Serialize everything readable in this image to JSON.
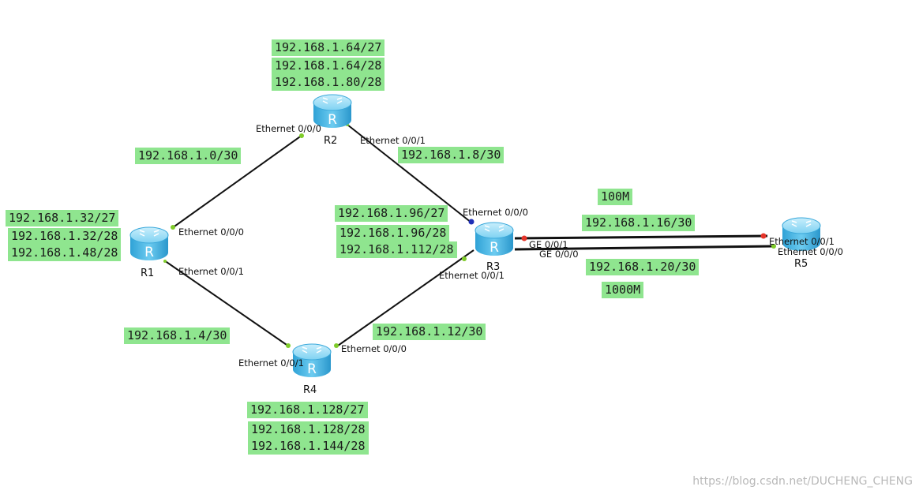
{
  "routers": {
    "r1": {
      "name": "R1"
    },
    "r2": {
      "name": "R2"
    },
    "r3": {
      "name": "R3"
    },
    "r4": {
      "name": "R4"
    },
    "r5": {
      "name": "R5"
    }
  },
  "router_icon_letter": "R",
  "router_icon": "router-icon",
  "ports": {
    "r2_e000": "Ethernet 0/0/0",
    "r2_e001": "Ethernet 0/0/1",
    "r1_e000": "Ethernet 0/0/0",
    "r1_e001": "Ethernet 0/0/1",
    "r3_e000": "Ethernet 0/0/0",
    "r3_e001": "Ethernet 0/0/1",
    "r3_ge001": "GE 0/0/1",
    "r3_ge000": "GE 0/0/0",
    "r4_e000": "Ethernet 0/0/0",
    "r4_e001": "Ethernet 0/0/1",
    "r5_e001": "Ethernet 0/0/1",
    "r5_e000": "Ethernet 0/0/0"
  },
  "labels": {
    "r2_net_27": "192.168.1.64/27",
    "r2_net_28a": "192.168.1.64/28",
    "r2_net_28b": "192.168.1.80/28",
    "r1_r2_link": "192.168.1.0/30",
    "r2_r3_link": "192.168.1.8/30",
    "r1_net_27": "192.168.1.32/27",
    "r1_net_28a": "192.168.1.32/28",
    "r1_net_28b": "192.168.1.48/28",
    "r3_net_27": "192.168.1.96/27",
    "r3_net_28a": "192.168.1.96/28",
    "r3_net_28b": "192.168.1.112/28",
    "link_100m": "100M",
    "r3_r5_link_a": "192.168.1.16/30",
    "r3_r5_link_b": "192.168.1.20/30",
    "link_1000m": "1000M",
    "r1_r4_link": "192.168.1.4/30",
    "r3_r4_link": "192.168.1.12/30",
    "r4_net_27": "192.168.1.128/27",
    "r4_net_28a": "192.168.1.128/28",
    "r4_net_28b": "192.168.1.144/28"
  },
  "colors": {
    "label_bg": "#8fe58f",
    "router_body": "#5fc4ec",
    "link_up": "#7fcc2a",
    "port_down": "#e5352b",
    "port_blue": "#1f2fb6"
  },
  "watermark": "https://blog.csdn.net/DUCHENG_CHENG"
}
